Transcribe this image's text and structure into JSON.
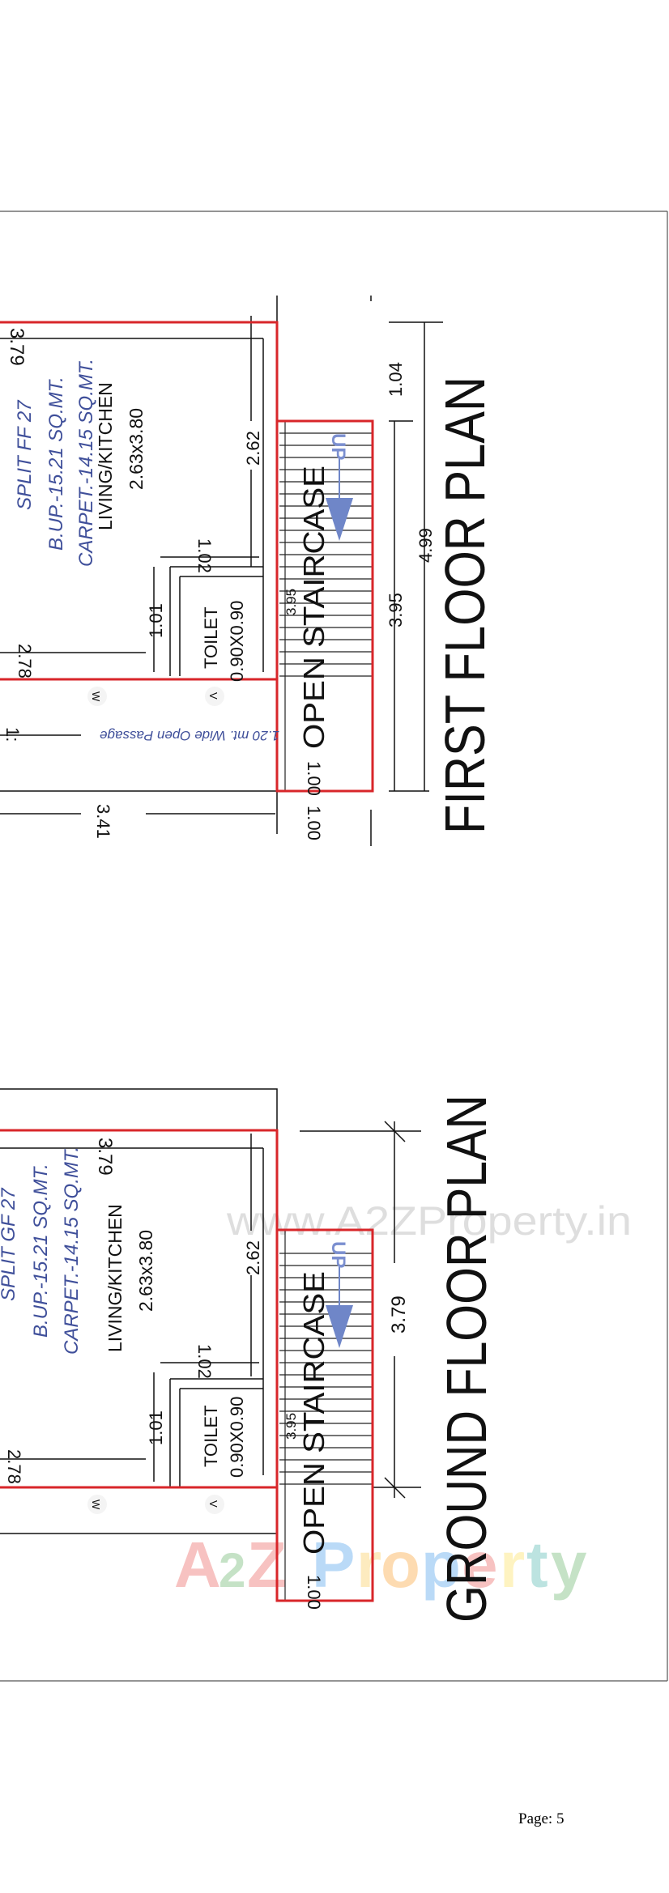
{
  "colors": {
    "wall_red": "#d8262a",
    "label_blue": "#3f4f9a",
    "line": "#111111"
  },
  "first_floor": {
    "title": "FIRST FLOOR PLAN",
    "unit": "SPLIT FF 27",
    "built_up": "B.UP.-15.21 SQ.MT.",
    "carpet": "CARPET.-14.15 SQ.MT.",
    "room": "LIVING/KITCHEN",
    "room_size": "2.63x3.80",
    "toilet": "TOILET",
    "toilet_size": "0.90X0.90",
    "staircase": "OPEN STAIRCASE",
    "up": "UP",
    "passage": "1.20 mt. Wide Open Passage",
    "w_marker": "W",
    "v_marker": "V",
    "dims": {
      "top": "3.79",
      "d262": "2.62",
      "d102": "1.02",
      "d101": "1.01",
      "d278": "2.78",
      "d395_small": "3.95",
      "d100_stair": "1.00",
      "d100_below": "1.00",
      "d341": "3.41",
      "d104": "1.04",
      "d499": "4.99",
      "d395": "3.95",
      "d1": "1:"
    }
  },
  "ground_floor": {
    "title": "GROUND FLOOR PLAN",
    "unit": "SPLIT GF 27",
    "built_up": "B.UP.-15.21 SQ.MT.",
    "carpet": "CARPET.-14.15 SQ.MT.",
    "room": "LIVING/KITCHEN",
    "room_size": "2.63x3.80",
    "toilet": "TOILET",
    "toilet_size": "0.90X0.90",
    "staircase": "OPEN STAIRCASE",
    "up": "UP",
    "w_marker": "W",
    "v_marker": "V",
    "dims": {
      "top": "3.79",
      "d262": "2.62",
      "d102": "1.02",
      "d101": "1.01",
      "d278": "2.78",
      "d395_small": "3.95",
      "d100_stair": "1.00",
      "d379": "3.79"
    }
  },
  "watermarks": {
    "url": "www.A2ZProperty.in",
    "logo": "A2Z Property"
  },
  "footer": {
    "page": "Page: 5"
  }
}
